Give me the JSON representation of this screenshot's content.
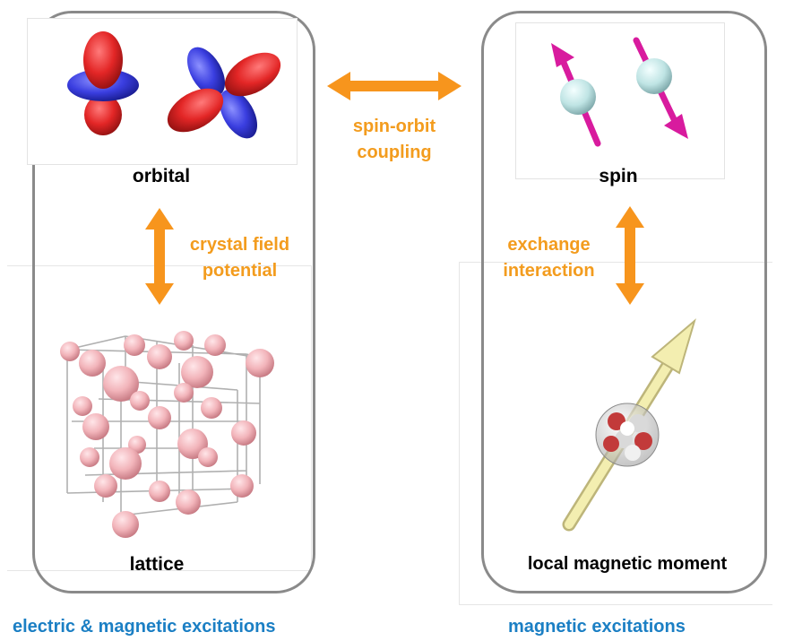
{
  "nodes": {
    "orbital": "orbital",
    "spin": "spin",
    "lattice": "lattice",
    "local_moment": "local magnetic moment"
  },
  "couplings": {
    "spin_orbit": [
      "spin-orbit",
      "coupling"
    ],
    "crystal_field": [
      "crystal field",
      "potential"
    ],
    "exchange": [
      "exchange",
      "interaction"
    ]
  },
  "captions": {
    "left": "electric & magnetic excitations",
    "right": "magnetic excitations"
  },
  "colors": {
    "arrow": "#f7951d",
    "caption": "#1b7fc4",
    "frame": "#8a8a8a",
    "spin_arrow": "#d81b9e",
    "lattice_atom": "#f2b4ba",
    "lobe_red": "#e32626",
    "lobe_blue": "#3a3ee0",
    "moment_arrow": "#f3eeb0"
  }
}
